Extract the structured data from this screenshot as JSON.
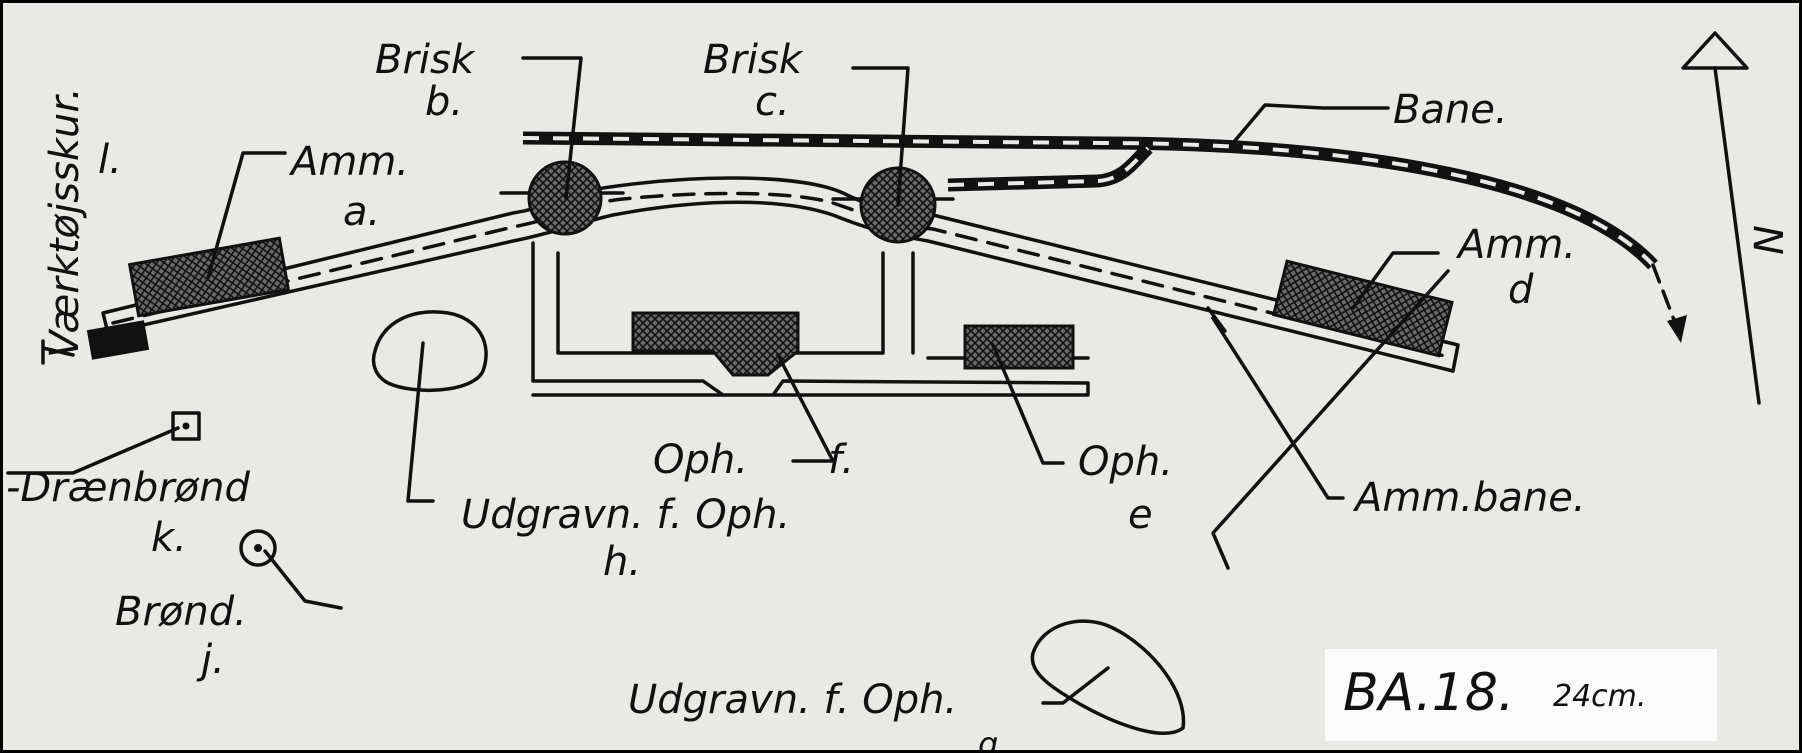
{
  "labels": {
    "vaerktojsskur": "Værktøjsskur.",
    "vaerktojsskur_id": "l.",
    "amm_a": "Amm.",
    "amm_a_id": "a.",
    "brisk_b": "Brisk",
    "brisk_b_id": "b.",
    "brisk_c": "Brisk",
    "brisk_c_id": "c.",
    "bane": "Bane.",
    "amm_d": "Amm.",
    "amm_d_id": "d",
    "north": "N",
    "draenbrond": "-Drænbrønd",
    "draenbrond_id": "k.",
    "brond": "Brønd.",
    "brond_id": "j.",
    "udgravn_h": "Udgravn. f. Oph.",
    "udgravn_h_id": "h.",
    "oph_f": "Oph.",
    "oph_f_id": "f.",
    "oph_e": "Oph.",
    "oph_e_id": "e",
    "ammbane": "Amm.bane.",
    "udgravn_g": "Udgravn. f. Oph.",
    "udgravn_g_id": "g"
  },
  "stamp": {
    "code": "BA.18.",
    "size": "24cm."
  },
  "colors": {
    "paper": "#e9e9e6",
    "ink": "#111111",
    "frame": "#000000"
  }
}
